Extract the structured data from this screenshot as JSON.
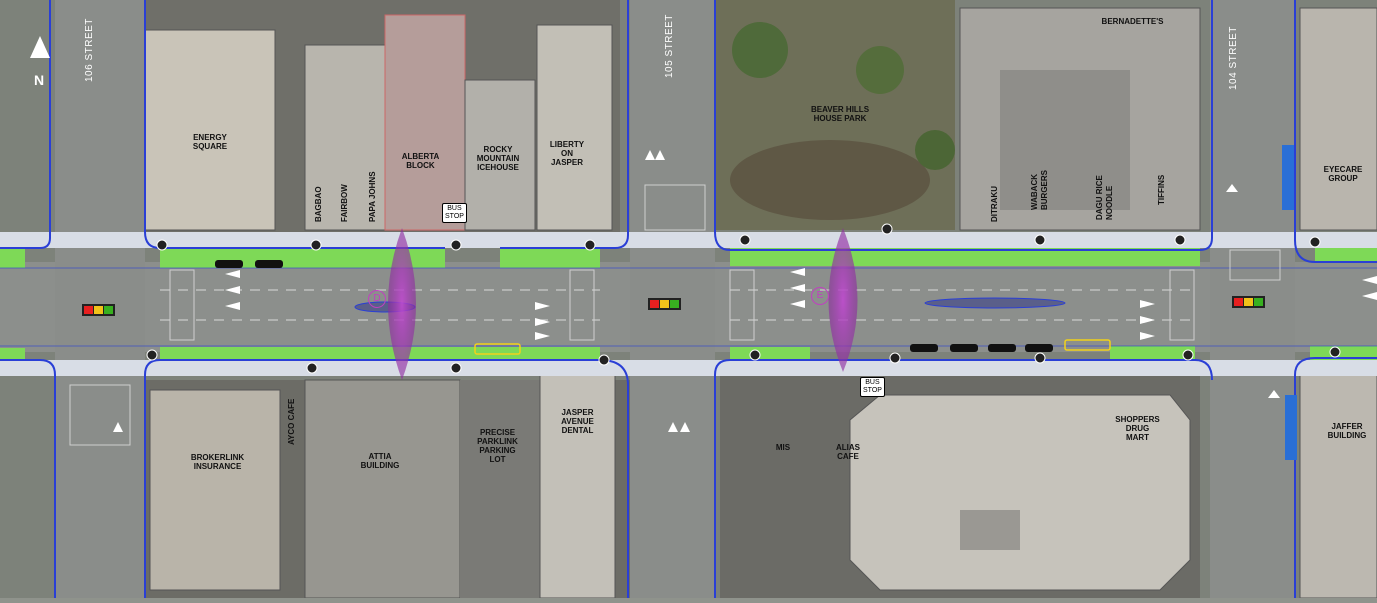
{
  "streets": {
    "s106": "106 STREET",
    "s105": "105 STREET",
    "s104": "104 STREET"
  },
  "north_label": "N",
  "zones": {
    "d": "D",
    "e": "E"
  },
  "bus_stop": {
    "line1": "BUS",
    "line2": "STOP"
  },
  "buildings_north": [
    {
      "l1": "ENERGY",
      "l2": "SQUARE"
    },
    {
      "l1": "ALBERTA",
      "l2": "BLOCK"
    },
    {
      "l1": "ROCKY",
      "l2": "MOUNTAIN",
      "l3": "ICEHOUSE"
    },
    {
      "l1": "LIBERTY",
      "l2": "ON",
      "l3": "JASPER"
    },
    {
      "l1": "BEAVER HILLS",
      "l2": "HOUSE PARK"
    },
    {
      "l1": "BERNADETTE'S"
    },
    {
      "l1": "EYECARE",
      "l2": "GROUP"
    }
  ],
  "vertical_north": [
    "BAGBAO",
    "FAIRBOW",
    "PAPA JOHNS",
    "DITRAKU",
    "WABACK",
    "BURGERS",
    "DAGU RICE",
    "NOODLE",
    "TIFFINS"
  ],
  "buildings_south": [
    {
      "l1": "BROKERLINK",
      "l2": "INSURANCE"
    },
    {
      "l1": "ATTIA",
      "l2": "BUILDING"
    },
    {
      "l1": "PRECISE",
      "l2": "PARKLINK",
      "l3": "PARKING",
      "l4": "LOT"
    },
    {
      "l1": "JASPER",
      "l2": "AVENUE",
      "l3": "DENTAL"
    },
    {
      "l1": "MIS"
    },
    {
      "l1": "ALIAS",
      "l2": "CAFE"
    },
    {
      "l1": "SHOPPERS",
      "l2": "DRUG",
      "l3": "MART"
    },
    {
      "l1": "JAFFER",
      "l2": "BUILDING"
    }
  ],
  "vertical_south": [
    "AYCO CAFE"
  ],
  "colors": {
    "road": "#8c8f8c",
    "boulevard": "#7ed957",
    "curb": "#2a3fd6",
    "sidewalk": "#d8dde6",
    "zone": "#b53bc0",
    "signal_red": "#e82020",
    "signal_yellow": "#f2c21a",
    "signal_green": "#38b020"
  }
}
